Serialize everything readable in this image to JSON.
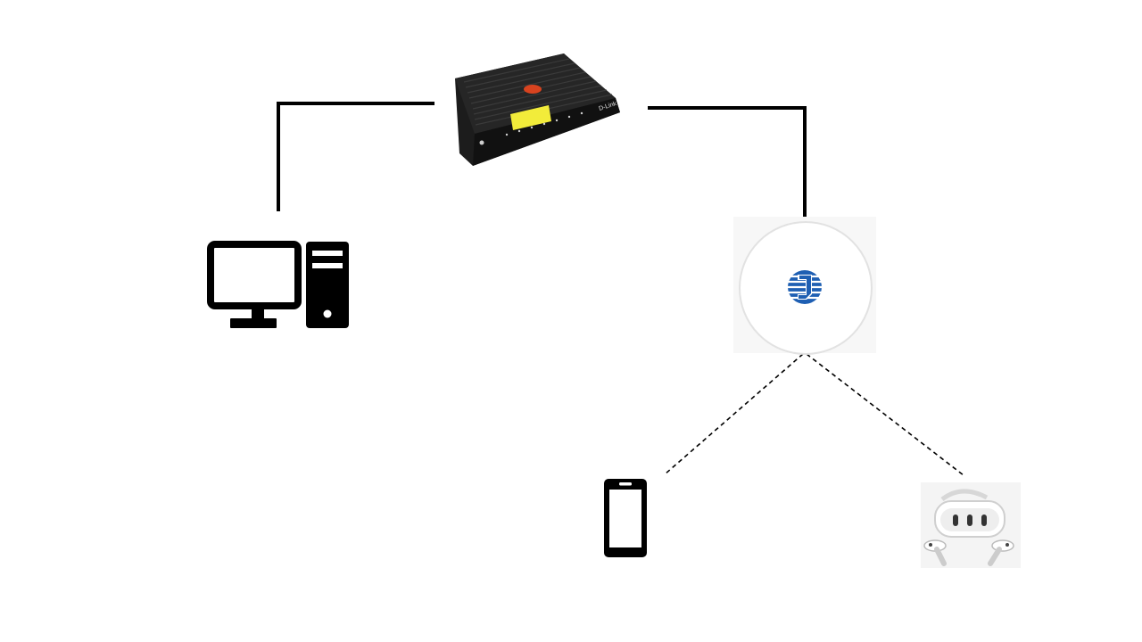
{
  "diagram": {
    "nodes": [
      {
        "id": "modem",
        "icon": "modem-router-icon",
        "brand": "D-Link"
      },
      {
        "id": "desktop",
        "icon": "desktop-computer-icon"
      },
      {
        "id": "access_point",
        "icon": "wifi-access-point-icon",
        "logo": "chunghwa-telecom-logo-icon"
      },
      {
        "id": "phone",
        "icon": "smartphone-icon"
      },
      {
        "id": "vr_headset",
        "icon": "vr-headset-icon"
      }
    ],
    "links": [
      {
        "from": "modem",
        "to": "desktop",
        "kind": "wired"
      },
      {
        "from": "modem",
        "to": "access_point",
        "kind": "wired"
      },
      {
        "from": "access_point",
        "to": "phone",
        "kind": "wireless"
      },
      {
        "from": "access_point",
        "to": "vr_headset",
        "kind": "wireless"
      }
    ]
  },
  "colors": {
    "wire": "#000000",
    "modem_body": "#1a1a1a",
    "modem_label": "#f2ec3a",
    "modem_logo": "#d8431f",
    "ap_logo": "#1e5fb3",
    "ap_body": "#f7f7f7"
  }
}
